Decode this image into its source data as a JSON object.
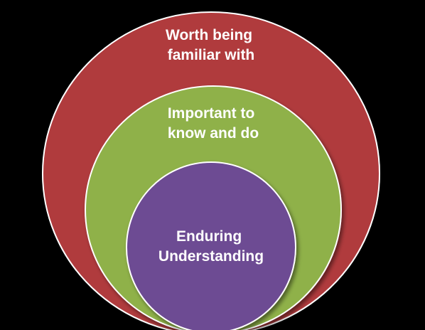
{
  "diagram": {
    "rings": [
      {
        "id": "outer",
        "lines": [
          "Worth being",
          "familiar with"
        ],
        "color": "#b03a3e"
      },
      {
        "id": "middle",
        "lines": [
          "Important to",
          "know and do"
        ],
        "color": "#8fb14a"
      },
      {
        "id": "inner",
        "lines": [
          "Enduring",
          "Understanding"
        ],
        "color": "#6d4b93"
      }
    ],
    "border_color": "#ffffff",
    "background_color": "#000000"
  }
}
